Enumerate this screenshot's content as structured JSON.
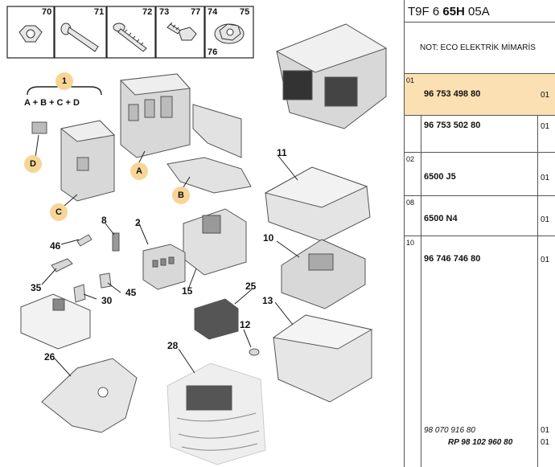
{
  "hardware": [
    {
      "num": "70"
    },
    {
      "num": "71"
    },
    {
      "num": "72"
    },
    {
      "num": "73"
    },
    {
      "num": "77"
    },
    {
      "num": "74"
    },
    {
      "num": "75"
    },
    {
      "num": "76"
    }
  ],
  "assembly": {
    "num": "1",
    "formula": "A + B + C + D"
  },
  "bubbles": [
    "A",
    "B",
    "C",
    "D"
  ],
  "callouts": [
    "2",
    "8",
    "10",
    "11",
    "12",
    "13",
    "15",
    "25",
    "26",
    "28",
    "30",
    "35",
    "45",
    "46"
  ],
  "parts_table": {
    "code_pre": "T9F 6 ",
    "code_bold": "65H",
    "code_post": " 05A",
    "note": "NOT: ECO ELEKTRİK MİMARİS",
    "rows": [
      {
        "index": "01",
        "ref": "96 753 498 80",
        "qty": "01"
      },
      {
        "index": "",
        "ref": "96 753 502 80",
        "qty": "01"
      },
      {
        "index": "02",
        "ref": "6500 J5",
        "qty": "01"
      },
      {
        "index": "08",
        "ref": "6500 N4",
        "qty": "01"
      },
      {
        "index": "10",
        "ref": "96 746 746 80",
        "qty": "01"
      }
    ],
    "footer": [
      {
        "ref": "98 070 916 80",
        "qty": "01"
      },
      {
        "ref": "RP 98 102 960 80",
        "qty": "01"
      }
    ]
  }
}
